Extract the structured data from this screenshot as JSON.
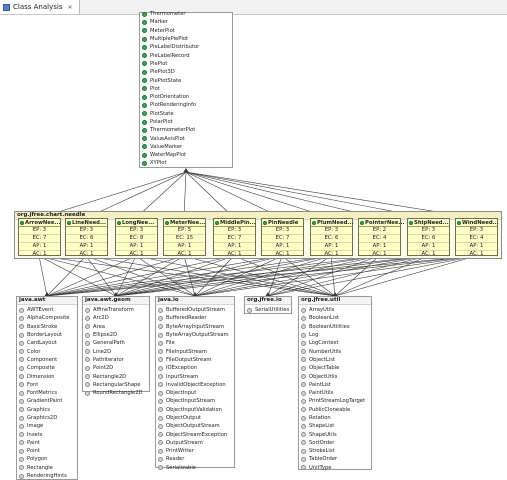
{
  "tab": {
    "title": "Class Analysis",
    "close": "✕",
    "icon": "analysis-view-icon"
  },
  "top_list": {
    "icon": "class-icon",
    "items": [
      "Thermometer",
      "Marker",
      "MeterPlot",
      "MultiplePiePlot",
      "PieLabelDistributor",
      "PieLabelRecord",
      "PiePlot",
      "PiePlot3D",
      "PiePlotState",
      "Plot",
      "PlotOrientation",
      "PlotRenderingInfo",
      "PlotState",
      "PolarPlot",
      "ThermometerPlot",
      "ValueAxisPlot",
      "ValueMarker",
      "WaterMapPlot",
      "XYPlot"
    ]
  },
  "needle_package": {
    "title": "org.jfree.chart.needle",
    "classes": [
      {
        "name": "ArrowNee...",
        "ep": "EP: 3",
        "ec": "EC: 7",
        "ap": "AP: 1",
        "ac": "AC: 1"
      },
      {
        "name": "LineNeed...",
        "ep": "EP: 3",
        "ec": "EC: 6",
        "ap": "AP: 1",
        "ac": "AC: 1"
      },
      {
        "name": "LongNee...",
        "ep": "EP: 3",
        "ec": "EC: 8",
        "ap": "AP: 1",
        "ac": "AC: 1"
      },
      {
        "name": "MeterNee...",
        "ep": "EP: 5",
        "ec": "EC: 15",
        "ap": "AP: 1",
        "ac": "AC: 1"
      },
      {
        "name": "MiddlePin...",
        "ep": "EP: 3",
        "ec": "EC: 7",
        "ap": "AP: 1",
        "ac": "AC: 1"
      },
      {
        "name": "PinNeedle",
        "ep": "EP: 3",
        "ec": "EC: 7",
        "ap": "AP: 1",
        "ac": "AC: 1"
      },
      {
        "name": "PlumNeed...",
        "ep": "EP: 3",
        "ec": "EC: 6",
        "ap": "AP: 1",
        "ac": "AC: 1"
      },
      {
        "name": "PointerNee...",
        "ep": "EP: 2",
        "ec": "EC: 4",
        "ap": "AP: 1",
        "ac": "AC: 1"
      },
      {
        "name": "ShipNeed...",
        "ep": "EP: 3",
        "ec": "EC: 6",
        "ap": "AP: 1",
        "ac": "AC: 1"
      },
      {
        "name": "WindNeed...",
        "ep": "EP: 3",
        "ec": "EC: 4",
        "ap": "AP: 1",
        "ac": "AC: 1"
      }
    ]
  },
  "bottom_packages": [
    {
      "title": "java.awt",
      "icon": "binary-class-icon",
      "items": [
        "AWTEvent",
        "AlphaComposite",
        "BasicStroke",
        "BorderLayout",
        "CardLayout",
        "Color",
        "Component",
        "Composite",
        "Dimension",
        "Font",
        "FontMetrics",
        "GradientPaint",
        "Graphics",
        "Graphics2D",
        "Image",
        "Insets",
        "Paint",
        "Point",
        "Polygon",
        "Rectangle",
        "RenderingHints"
      ]
    },
    {
      "title": "java.awt.geom",
      "icon": "binary-class-icon",
      "items": [
        "AffineTransform",
        "Arc2D",
        "Area",
        "Ellipse2D",
        "GeneralPath",
        "Line2D",
        "PathIterator",
        "Point2D",
        "Rectangle2D",
        "RectangularShape",
        "RoundRectangle2D"
      ]
    },
    {
      "title": "java.io",
      "icon": "binary-class-icon",
      "items": [
        "BufferedOutputStream",
        "BufferedReader",
        "ByteArrayInputStream",
        "ByteArrayOutputStream",
        "File",
        "FileInputStream",
        "FileOutputStream",
        "IOException",
        "InputStream",
        "InvalidObjectException",
        "ObjectInput",
        "ObjectInputStream",
        "ObjectInputValidation",
        "ObjectOutput",
        "ObjectOutputStream",
        "ObjectStreamException",
        "OutputStream",
        "PrintWriter",
        "Reader",
        "Serializable"
      ]
    },
    {
      "title": "org.jfree.io",
      "icon": "binary-class-icon",
      "items": [
        "SerialUtilities"
      ]
    },
    {
      "title": "org.jfree.util",
      "icon": "binary-class-icon",
      "items": [
        "ArrayUtils",
        "BooleanList",
        "BooleanUtilities",
        "Log",
        "LogContext",
        "NumberUtils",
        "ObjectList",
        "ObjectTable",
        "ObjectUtils",
        "PaintList",
        "PaintUtils",
        "PrintStreamLogTarget",
        "PublicCloneable",
        "Rotation",
        "ShapeList",
        "ShapeUtils",
        "SortOrder",
        "StrokeList",
        "TableOrder",
        "UnitType"
      ]
    }
  ]
}
